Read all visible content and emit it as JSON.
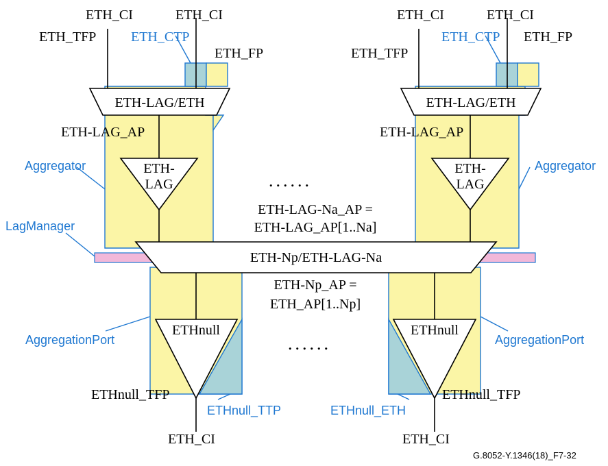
{
  "labels": {
    "eth_ci_1": "ETH_CI",
    "eth_ci_2": "ETH_CI",
    "eth_ci_3": "ETH_CI",
    "eth_ci_4": "ETH_CI",
    "eth_tfp_left": "ETH_TFP",
    "eth_tfp_right": "ETH_TFP",
    "eth_ctp_left": "ETH_CTP",
    "eth_ctp_right": "ETH_CTP",
    "eth_fp_left": "ETH_FP",
    "eth_fp_right": "ETH_FP",
    "lag_eth_left": "ETH-LAG/ETH",
    "lag_eth_right": "ETH-LAG/ETH",
    "lag_ap_left": "ETH-LAG_AP",
    "lag_ap_right": "ETH-LAG_AP",
    "aggregator_left": "Aggregator",
    "aggregator_right": "Aggregator",
    "eth_lag_tri_left_1": "ETH-",
    "eth_lag_tri_left_2": "LAG",
    "eth_lag_tri_right_1": "ETH-",
    "eth_lag_tri_right_2": "LAG",
    "dots_top": "......",
    "dots_bottom": "......",
    "na_ap_line1": "ETH-LAG-Na_AP =",
    "na_ap_line2": "ETH-LAG_AP[1..Na]",
    "lag_manager": "LagManager",
    "np_lag_na": "ETH-Np/ETH-LAG-Na",
    "np_ap_line1": "ETH-Np_AP =",
    "np_ap_line2": "ETH_AP[1..Np]",
    "aggregation_port_left": "AggregationPort",
    "aggregation_port_right": "AggregationPort",
    "ethnull_left": "ETHnull",
    "ethnull_right": "ETHnull",
    "ethnull_tfp_left": "ETHnull_TFP",
    "ethnull_tfp_right": "ETHnull_TFP",
    "ethnull_ttp": "ETHnull_TTP",
    "ethnull_eth": "ETHnull_ETH",
    "figure_id": "G.8052-Y.1346(18)_F7-32"
  },
  "colors": {
    "yellow_fill": "#fbf5a6",
    "teal_fill": "#a9d3d8",
    "pink_fill": "#f2b8d9",
    "blue_text": "#1f78d1",
    "line": "#000000"
  }
}
